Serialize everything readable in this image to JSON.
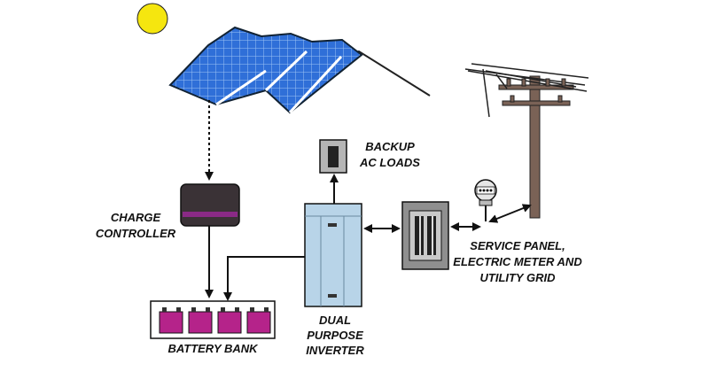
{
  "labels": {
    "backup_line1": "BACKUP",
    "backup_line2": "AC LOADS",
    "charge_line1": "CHARGE",
    "charge_line2": "CONTROLLER",
    "battery_bank": "BATTERY BANK",
    "inverter_line1": "DUAL",
    "inverter_line2": "PURPOSE",
    "inverter_line3": "INVERTER",
    "service_line1": "SERVICE PANEL,",
    "service_line2": "ELECTRIC METER AND",
    "service_line3": "UTILITY GRID"
  },
  "colors": {
    "sun": "#f5e60f",
    "panel_blue": "#2f6fd8",
    "panel_grid": "#9cc3f5",
    "controller_body": "#3a3236",
    "controller_stripe": "#8a2a86",
    "battery": "#b5238a",
    "inverter": "#b8d4e8",
    "service_panel": "#8f8f8f",
    "pole": "#7a6256"
  },
  "icons": [
    "sun-icon",
    "solar-panel-icon",
    "utility-pole-icon",
    "electric-meter-icon"
  ]
}
